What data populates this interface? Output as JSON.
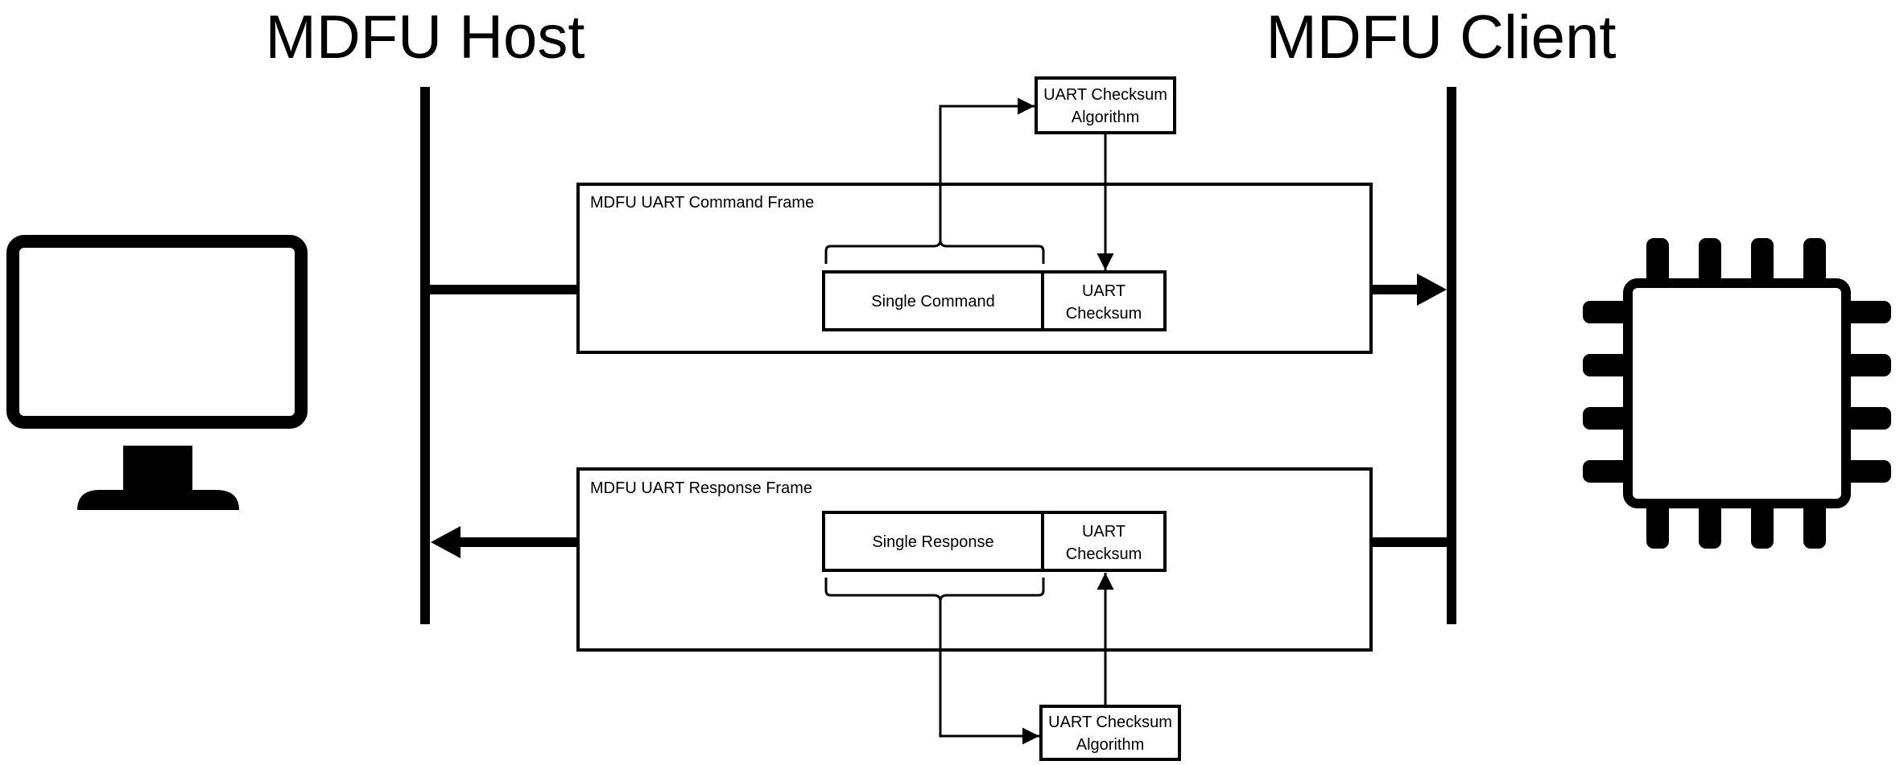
{
  "host": {
    "title": "MDFU Host"
  },
  "client": {
    "title": "MDFU Client"
  },
  "command_frame": {
    "label": "MDFU UART Command Frame",
    "payload": "Single Command",
    "checksum_line1": "UART",
    "checksum_line2": "Checksum",
    "algorithm_line1": "UART Checksum",
    "algorithm_line2": "Algorithm"
  },
  "response_frame": {
    "label": "MDFU UART Response Frame",
    "payload": "Single Response",
    "checksum_line1": "UART",
    "checksum_line2": "Checksum",
    "algorithm_line1": "UART Checksum",
    "algorithm_line2": "Algorithm"
  },
  "icons": {
    "host_device": "computer-monitor-icon",
    "client_device": "microcontroller-chip-icon"
  }
}
